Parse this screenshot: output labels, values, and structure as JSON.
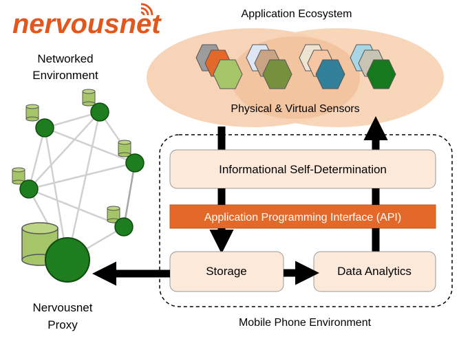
{
  "logo": {
    "text": "nervousnet",
    "accent": "#e2571e"
  },
  "networked_environment": {
    "line1": "Networked",
    "line2": "Environment"
  },
  "proxy": {
    "line1": "Nervousnet",
    "line2": "Proxy"
  },
  "ecosystem": {
    "title": "Application Ecosystem",
    "sensors_label": "Physical & Virtual Sensors"
  },
  "mobile": {
    "caption": "Mobile Phone Environment",
    "self_determination": "Informational Self-Determination",
    "api": "Application Programming Interface (API)",
    "storage": "Storage",
    "analytics": "Data Analytics"
  },
  "colors": {
    "ellipse": "#f7d2b3",
    "box_fill": "#fce9da",
    "api_fill": "#e3692a",
    "node_green": "#1e7d1e",
    "cylinder_green": "#a6c468"
  }
}
